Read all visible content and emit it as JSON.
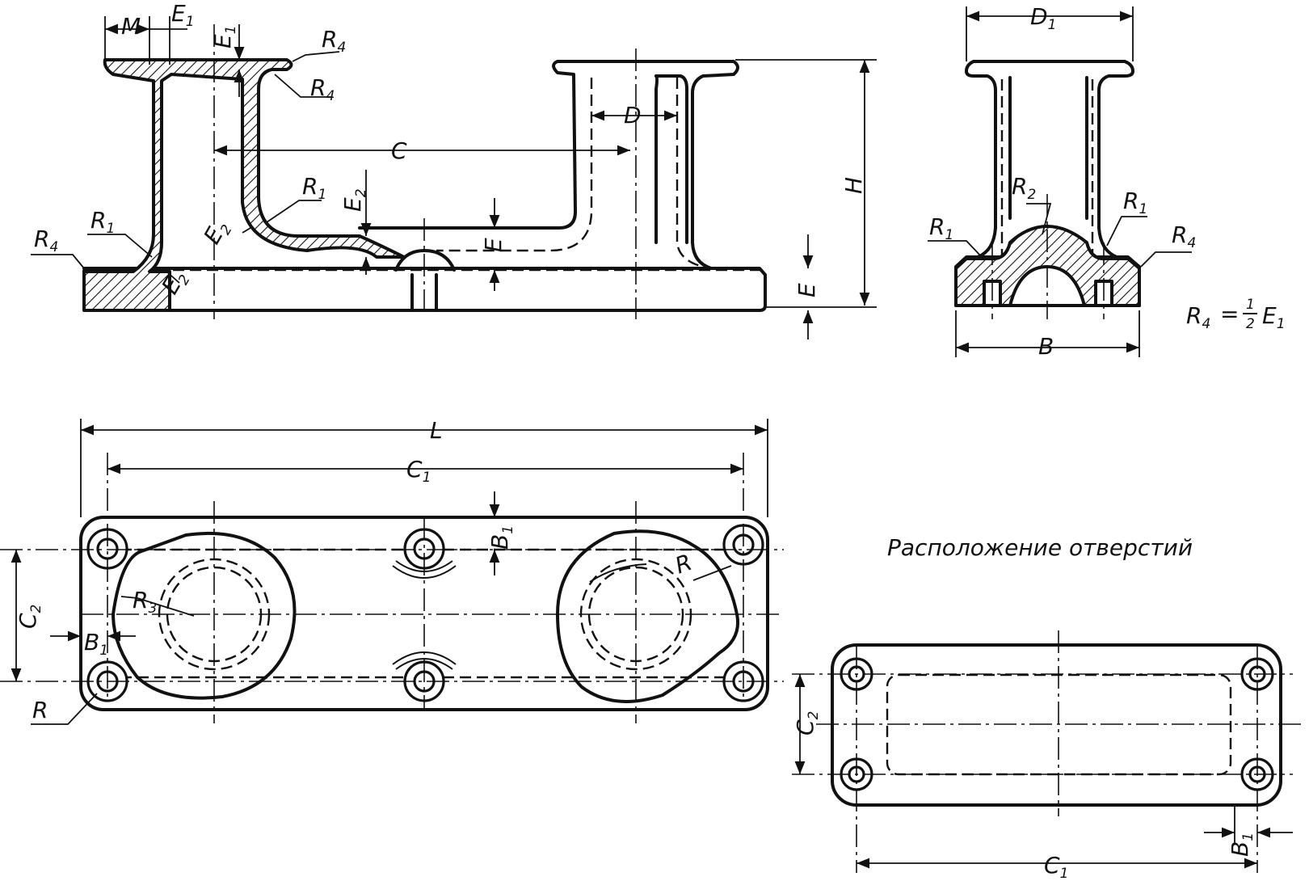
{
  "labels": {
    "M": "M",
    "E1": "E",
    "E1_sub": "1",
    "E1_vert": "E",
    "E1_vert_sub": "1",
    "R4": "R",
    "R4_sub": "4",
    "R1": "R",
    "R1_sub": "1",
    "R2": "R",
    "R2_sub": "2",
    "R3": "R",
    "R3_sub": "3",
    "E2": "E",
    "E2_sub": "2",
    "E": "E",
    "C": "C",
    "D": "D",
    "D1": "D",
    "D1_sub": "1",
    "H": "H",
    "B": "B",
    "B1": "B",
    "B1_sub": "1",
    "L": "L",
    "C1": "C",
    "C1_sub": "1",
    "C2": "C",
    "C2_sub": "2",
    "R": "R",
    "formula_lhs": "R",
    "formula_lhs_sub": "4",
    "formula_eq": "=",
    "formula_num": "1",
    "formula_den": "2",
    "formula_rhs": "E",
    "formula_rhs_sub": "1"
  },
  "caption": "Расположение отверстий"
}
